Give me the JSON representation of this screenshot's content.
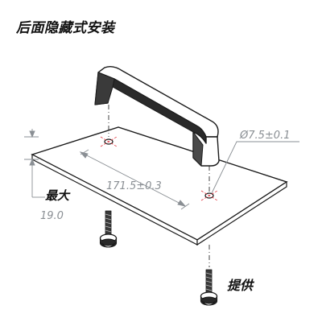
{
  "title": "后面隐藏式安装",
  "labels": {
    "hole_diameter": "Ø7.5±0.1",
    "hole_spacing": "171.5±0.3",
    "max_label": "最大",
    "max_value": "19.0",
    "provided_label": "提供"
  },
  "colors": {
    "line": "#1a1a1a",
    "dimension": "#8a8f94",
    "hole_marker": "#e0303a",
    "plate_fill": "#ffffff"
  },
  "icons": {
    "handle": "pull-handle-icon",
    "screw": "screw-icon"
  }
}
